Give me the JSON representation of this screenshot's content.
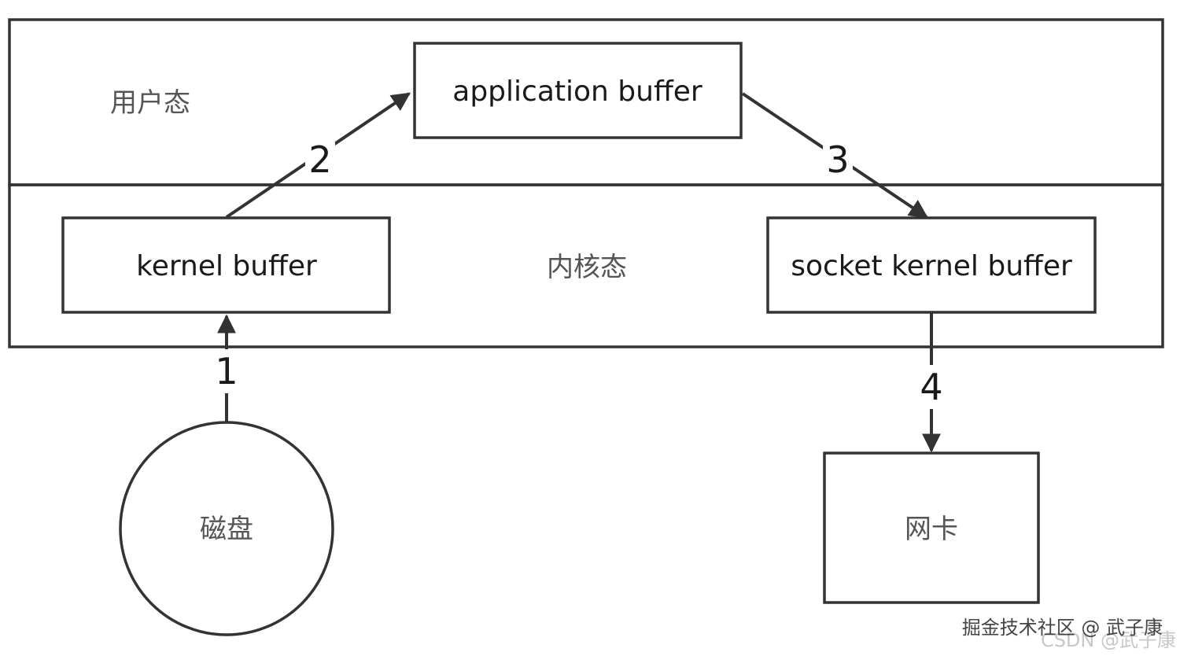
{
  "zones": {
    "user_space": "用户态",
    "kernel_space": "内核态"
  },
  "nodes": {
    "application_buffer": "application buffer",
    "kernel_buffer": "kernel buffer",
    "socket_kernel_buffer": "socket kernel buffer",
    "disk": "磁盘",
    "nic": "网卡"
  },
  "steps": {
    "step1": "1",
    "step2": "2",
    "step3": "3",
    "step4": "4"
  },
  "watermark": {
    "platform": "掘金技术社区 @ 武子康",
    "ghost": "CSDN @武子康"
  },
  "colors": {
    "line": "#333333",
    "text": "#1a1a1a",
    "muted_text": "#555555"
  }
}
